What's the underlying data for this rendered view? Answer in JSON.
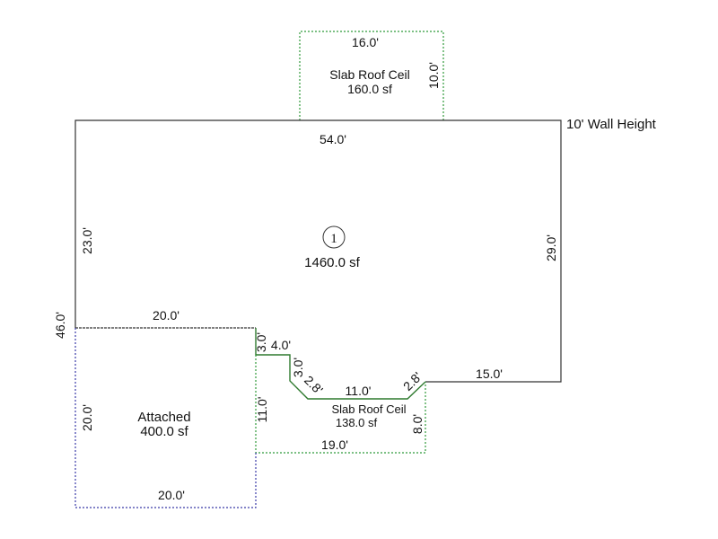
{
  "wall_height": "10' Wall Height",
  "main_area": {
    "number": "1",
    "area": "1460.0 sf",
    "dims": {
      "top": "54.0'",
      "left_upper": "23.0'",
      "left_total": "46.0'",
      "right": "29.0'",
      "garage_top": "20.0'",
      "step_down": "3.0'",
      "step_over": "4.0'",
      "notch_down": "3.0'",
      "diag_left": "2.8'",
      "notch_bottom": "11.0'",
      "diag_right": "2.8'",
      "bottom_right": "15.0'"
    }
  },
  "top_slab": {
    "name": "Slab Roof Ceil",
    "area": "160.0 sf",
    "width": "16.0'",
    "height": "10.0'"
  },
  "bottom_slab": {
    "name": "Slab Roof Ceil",
    "area": "138.0 sf",
    "left": "11.0'",
    "bottom": "19.0'",
    "right": "8.0'"
  },
  "attached": {
    "name": "Attached",
    "area": "400.0 sf",
    "left": "20.0'",
    "bottom": "20.0'"
  },
  "colors": {
    "wall": "#333333",
    "slab_outline": "#2f9a3a",
    "attached_outline": "#3a3aa8"
  }
}
